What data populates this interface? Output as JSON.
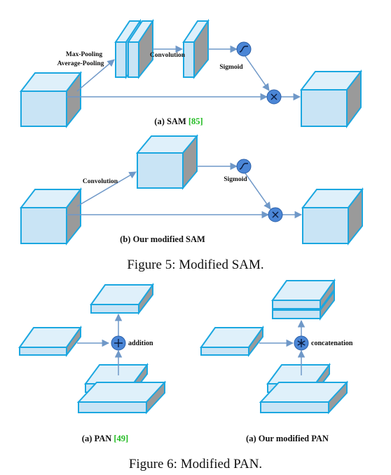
{
  "sam": {
    "pool_label_1": "Max-Pooling",
    "pool_label_2": "Average-Pooling",
    "conv_label": "Convolution",
    "sigmoid_label": "Sigmoid",
    "caption_prefix": "(a) SAM",
    "caption_cite": "[85]"
  },
  "sam_mod": {
    "conv_label": "Convolution",
    "sigmoid_label": "Sigmoid",
    "caption": "(b) Our modified SAM"
  },
  "fig5_caption": "Figure 5: Modified SAM.",
  "pan": {
    "op_label": "addition",
    "caption_prefix": "(a) PAN",
    "caption_cite": "[49]"
  },
  "pan_mod": {
    "op_label": "concatenation",
    "caption": "(a) Our modified PAN"
  },
  "fig6_caption": "Figure 6: Modified PAN.",
  "colors": {
    "block_front": "#c9e4f5",
    "block_outline": "#1ba7e0",
    "arrow": "#6f98c8",
    "operator": "#4b86d6",
    "citation": "#22bb22"
  },
  "icons": {
    "sigmoid": "sigmoid-icon",
    "multiply": "multiply-icon",
    "add": "plus-icon",
    "concat": "asterisk-icon"
  }
}
